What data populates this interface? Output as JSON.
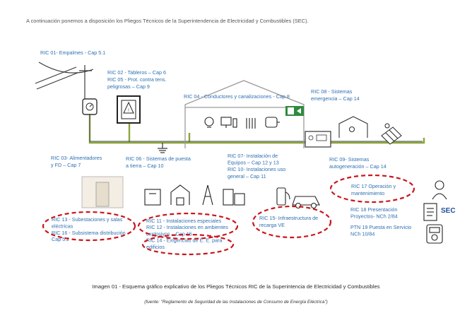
{
  "intro_text": "A continuación ponemos a disposición los Pliegos Técnicos de la Superintendencia de Electricidad y Combustibles (SEC).",
  "labels": {
    "ric01": [
      "RIC 01- Empalmes - Cap 5.1"
    ],
    "ric02_05": [
      "RIC 02 - Tableros – Cap 6",
      "RIC 05 - Prot. contra tens.",
      "peligrosas – Cap 9"
    ],
    "ric04": [
      "RIC 04 - Conductores y canalizaciones - Cap 8"
    ],
    "ric08": [
      "RIC 08 - Sistemas",
      "emergencia – Cap 14"
    ],
    "ric03": [
      "RIC 03- Alimentadores",
      "y FD – Cap 7"
    ],
    "ric06": [
      "RIC 06 - Sistemas de puesta",
      "a tierra – Cap 10"
    ],
    "ric07_10": [
      "RIC 07- Instalación de",
      "Equipos – Cap 12 y 13",
      "RIC 10- Instalaciones uso",
      "general – Cap 11"
    ],
    "ric09": [
      "RIC 09- Sistemas",
      "autogeneración – Cap 14"
    ],
    "ric17": [
      "RIC 17 Operación y",
      "mantenimiento"
    ],
    "ric18": [
      "RIC 18 Presentación",
      "Proyectos- NCh 2/84"
    ],
    "ptn19": [
      "PTN 19 Puesta en Servicio",
      "NCh 10/84"
    ],
    "ric13_16": [
      "RIC 13 - Subestaciones y salas",
      "eléctricas",
      "RIC 16 - Subsistema distribución",
      "Cap 5.2"
    ],
    "ric11_12_14": [
      "RIC 11 - Instalaciones especiales",
      "RIC 12 - Instalaciones en ambientes",
      "explosivos – Cap 15",
      "RIC 14 - Exigencias de E. E. para",
      "edificios"
    ],
    "ric15": [
      "RIC 15- Infraestructura de",
      "recarga VE"
    ]
  },
  "sec_logo": "SEC",
  "caption": "Imagen 01 - Esquema gráfico explicativo de los Pliegos Técnicos RIC de la Superintencia de Electricidad y Combustibles",
  "source": "(fuente: \"Reglamento de Seguridad de las Instalaciones de Consumo de Energía Eléctrica\")",
  "colors": {
    "label_blue": "#2f6fb1",
    "wire_green": "#8aa53a",
    "dash_red": "#c8161d",
    "line_gray": "#4a4a4a"
  }
}
